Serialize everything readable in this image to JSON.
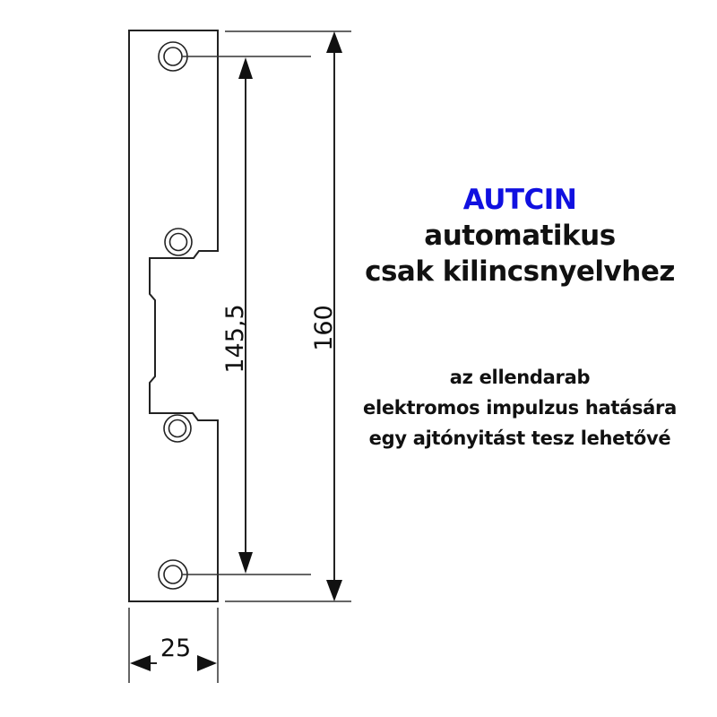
{
  "diagram": {
    "type": "technical drawing - electric strike plate",
    "dimensions": {
      "width_label": "25",
      "hole_spacing_label": "145,5",
      "total_height_label": "160"
    },
    "holes": 4,
    "colors": {
      "line": "#222222",
      "brand": "#1010e0",
      "text": "#111111"
    }
  },
  "info": {
    "title_lines": [
      "AUTCIN",
      "automatikus",
      "csak kilincsnyelvhez"
    ],
    "description_lines": [
      "az ellendarab",
      "elektromos impulzus hatására",
      "egy ajtónyitást tesz lehetővé"
    ]
  }
}
